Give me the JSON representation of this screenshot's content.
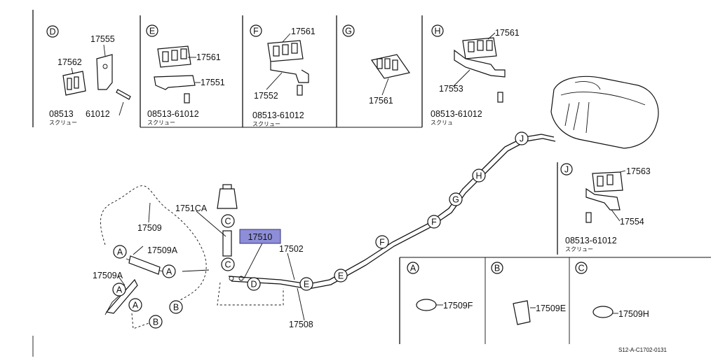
{
  "colors": {
    "ink": "#111111",
    "highlight": "#8e8ed8",
    "background": "#ffffff"
  },
  "diagram_code": "S12-A-C1702-0131",
  "highlighted_part": "17510",
  "panels": [
    {
      "letter": "D",
      "parts": [
        "17555",
        "17562",
        "08513",
        "61012"
      ],
      "note": "スクリュー"
    },
    {
      "letter": "E",
      "parts": [
        "17561",
        "17551",
        "08513-61012"
      ],
      "note": "スクリュー"
    },
    {
      "letter": "F",
      "parts": [
        "17561",
        "17552",
        "08513-61012"
      ],
      "note": "スクリュー"
    },
    {
      "letter": "G",
      "parts": [
        "17561"
      ]
    },
    {
      "letter": "H",
      "parts": [
        "17561",
        "17553",
        "08513-61012"
      ],
      "note": "スクリュ"
    },
    {
      "letter": "J",
      "parts": [
        "17563",
        "17554",
        "08513-61012"
      ],
      "note": "スクリュー"
    }
  ],
  "bottom_panels": [
    {
      "letter": "A",
      "part": "17509F"
    },
    {
      "letter": "B",
      "part": "17509E"
    },
    {
      "letter": "C",
      "part": "17509H"
    }
  ],
  "main": {
    "parts": [
      "17509",
      "17509A",
      "17509A",
      "1751CA",
      "17510",
      "17502",
      "17508"
    ],
    "route_markers": [
      "A",
      "A",
      "A",
      "A",
      "B",
      "B",
      "C",
      "C",
      "D",
      "E",
      "E",
      "F",
      "F",
      "G",
      "H",
      "J"
    ]
  }
}
